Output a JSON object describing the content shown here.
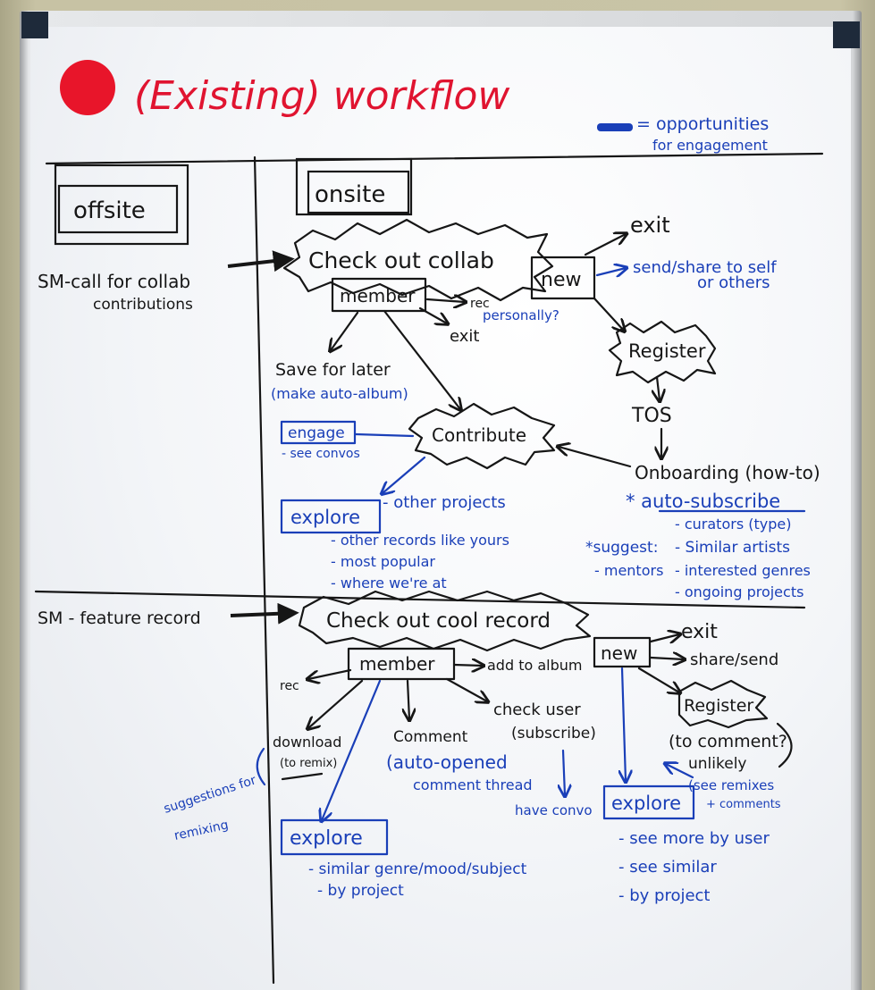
{
  "title": {
    "bullet_color": "#e8152a",
    "text": "(Existing) workflow"
  },
  "legend": {
    "marker_color": "#1a3fb8",
    "text1": "= opportunities",
    "text2": "for engagement"
  },
  "columns": {
    "offsite": "offsite",
    "onsite": "onsite"
  },
  "section1": {
    "offsite_text1": "SM-call for collab",
    "offsite_text2": "contributions",
    "main_node": "Check out collab",
    "member": "member",
    "new": "new",
    "exit_top": "exit",
    "send1": "send/share to self",
    "send2": "or others",
    "rec": "rec",
    "personally": "personally?",
    "exit_member": "exit",
    "register": "Register",
    "tos": "TOS",
    "onboarding": "Onboarding (how-to)",
    "auto_subscribe": "* auto-subscribe",
    "curators": "- curators (type)",
    "suggest": "*suggest:",
    "similar_artists": "- Similar artists",
    "mentors": "- mentors",
    "interested_genres": "- interested genres",
    "ongoing": "- ongoing projects",
    "save_later": "Save for later",
    "auto_album": "(make auto-album)",
    "engage": "engage",
    "see_convos": "- see convos",
    "contribute": "Contribute",
    "explore": "explore",
    "other_projects": "- other projects",
    "explore_items": [
      "- other records like yours",
      "- most popular",
      "- where we're at"
    ]
  },
  "section2": {
    "offsite_text": "SM - feature record",
    "main_node": "Check out cool record",
    "member": "member",
    "new": "new",
    "exit": "exit",
    "share_send": "share/send",
    "add_album": "add to album",
    "rec": "rec",
    "download1": "download",
    "download2": "(to remix)",
    "suggestions1": "suggestions for",
    "suggestions2": "remixing",
    "comment": "Comment",
    "auto_opened1": "(auto-opened",
    "auto_opened2": "comment thread",
    "check_user1": "check user",
    "check_user2": "(subscribe)",
    "have_convo": "have convo",
    "register": "Register",
    "to_comment1": "(to comment?",
    "to_comment2": "unlikely",
    "see_remixes1": "(see remixes",
    "see_remixes2": "+ comments",
    "explore_left": "explore",
    "explore_left_items": [
      "- similar genre/mood/subject",
      "- by project"
    ],
    "explore_right": "explore",
    "explore_right_items": [
      "- see more by user",
      "- see similar",
      "- by project"
    ]
  }
}
